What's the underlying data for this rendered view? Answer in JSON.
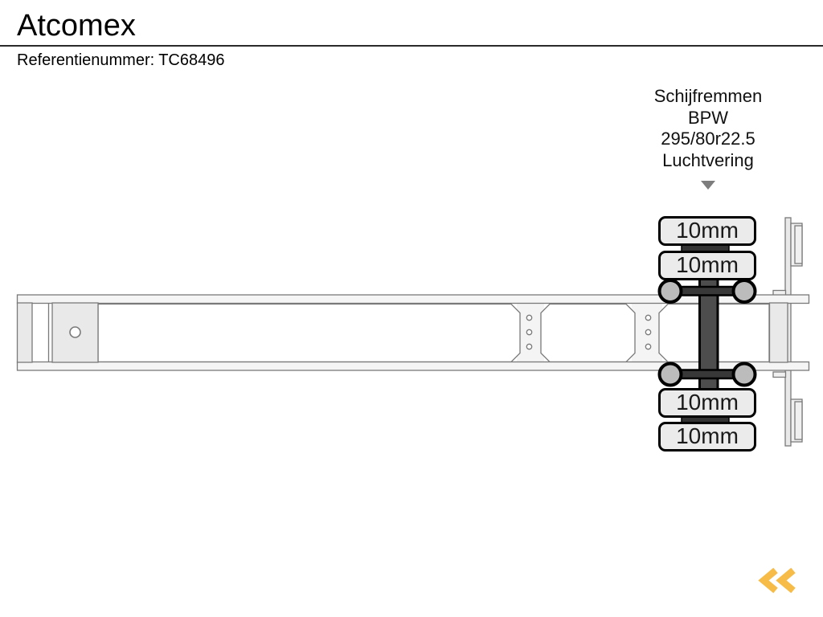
{
  "header": {
    "title": "Atcomex",
    "reference_label": "Referentienummer:",
    "reference_value": "TC68496"
  },
  "axle_annotation": {
    "lines": [
      "Schijfremmen",
      "BPW",
      "295/80r22.5",
      "Luchtvering"
    ],
    "pointer_icon": "triangle-down"
  },
  "tread_depths": {
    "values": [
      "10mm",
      "10mm",
      "10mm",
      "10mm"
    ]
  },
  "diagram": {
    "type": "trailer-chassis-top-view",
    "axle_count": 1,
    "tires_per_axle": 4,
    "colors": {
      "outline": "#7a7a7a",
      "frame_fill": "#f5f5f5",
      "plate_fill": "#e9e9e9",
      "axle_dark": "#4d4d4d",
      "suspension_gray": "#bcbcbc",
      "tire_box_fill": "#ebebeb",
      "pointer_gray": "#7d7d7d"
    }
  },
  "branding": {
    "logo_icon": "double-chevron-left",
    "logo_color": "#F7BB47"
  }
}
